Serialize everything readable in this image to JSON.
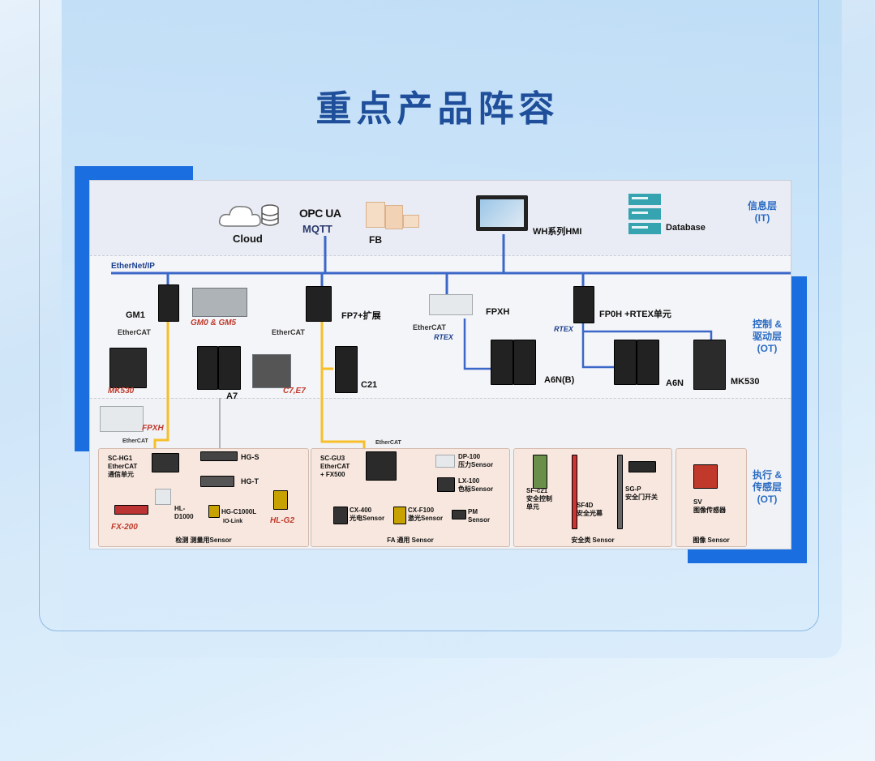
{
  "title": "重点产品阵容",
  "layers": {
    "it": [
      "信息层",
      "(IT)"
    ],
    "ot_control": [
      "控制 &",
      "驱动层",
      "(OT)"
    ],
    "ot_sensor": [
      "执行 &",
      "传感层",
      "(OT)"
    ]
  },
  "it_layer": {
    "cloud": "Cloud",
    "opc": "OPC UA",
    "mqtt": "MQTT",
    "fb": "FB",
    "hmi": "WH系列HMI",
    "database": "Database"
  },
  "network": {
    "ethernet_ip": "EtherNet/IP",
    "ethercat": "EtherCAT",
    "rtex": "RTEX"
  },
  "control_layer": {
    "gm1": "GM1",
    "gm0_gm5": "GM0 & GM5",
    "fp7": "FP7+扩展",
    "fpxh": "FPXH",
    "fp0h": "FP0H +RTEX单元",
    "mk530_left": "MK530",
    "a7": "A7",
    "c7e7": "C7,E7",
    "c21": "C21",
    "a6nb": "A6N(B)",
    "a6n": "A6N",
    "mk530_right": "MK530",
    "fpxh_small": "FPXH"
  },
  "sensor_layer": {
    "box1": {
      "caption": "检测 测量用Sensor",
      "sc_hg1": [
        "SC-HG1",
        "EtherCAT",
        "通信单元"
      ],
      "hg_s": "HG-S",
      "hg_t": "HG-T",
      "hl_d1000": [
        "HL-",
        "D1000"
      ],
      "hg_c1000l": "HG-C1000L",
      "io_link": "IO-Link",
      "fx200": "FX-200",
      "hl_g2": "HL-G2"
    },
    "box2": {
      "caption": "FA 通用 Sensor",
      "sc_gu3": [
        "SC-GU3",
        "EtherCAT",
        "+ FX500"
      ],
      "dp100": [
        "DP-100",
        "压力Sensor"
      ],
      "lx100": [
        "LX-100",
        "色标Sensor"
      ],
      "cx400": [
        "CX-400",
        "光电Sensor"
      ],
      "cxf100": [
        "CX-F100",
        "激光Sensor"
      ],
      "pm": [
        "PM",
        "Sensor"
      ]
    },
    "box3": {
      "caption": "安全类 Sensor",
      "sfc21": [
        "SF-c21",
        "安全控制",
        "单元"
      ],
      "sf4d": [
        "SF4D",
        "安全光幕"
      ],
      "sgp": [
        "SG-P",
        "安全门开关"
      ]
    },
    "box4": {
      "caption": "图像 Sensor",
      "sv": [
        "SV",
        "图像传感器"
      ]
    }
  },
  "colors": {
    "title": "#1f4f9a",
    "ethernet_line": "#3b67c9",
    "ethercat_line": "#f6bf2a",
    "accent": "#1a6ee0",
    "layer_label": "#2b6cc4"
  }
}
